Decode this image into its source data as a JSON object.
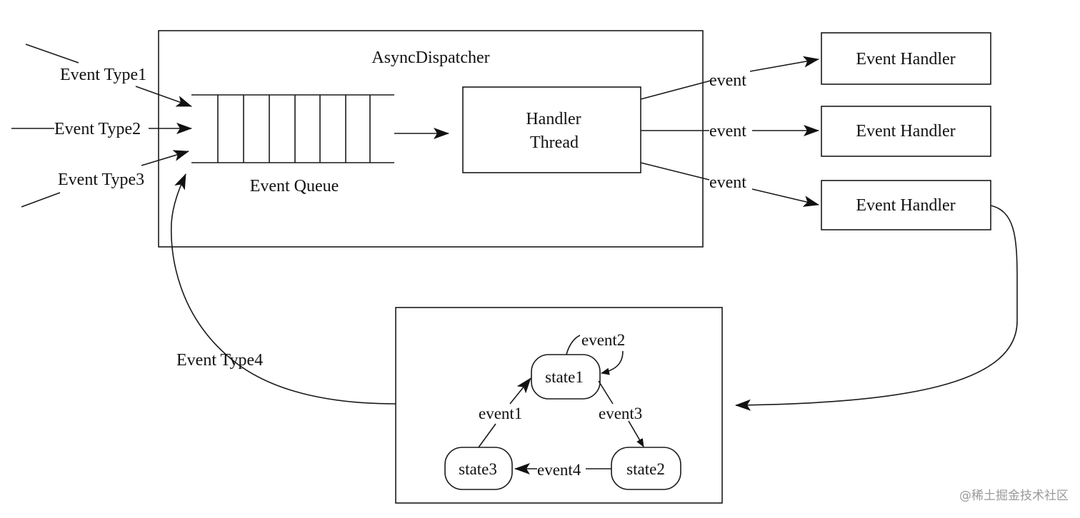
{
  "dispatcher": {
    "title": "AsyncDispatcher",
    "queue_label": "Event Queue",
    "thread_label_line1": "Handler",
    "thread_label_line2": "Thread"
  },
  "inputs": [
    "Event Type1",
    "Event Type2",
    "Event Type3"
  ],
  "outputs": {
    "edge_label": "event",
    "handlers": [
      "Event Handler",
      "Event Handler",
      "Event Handler"
    ]
  },
  "feedback_label": "Event Type4",
  "state_machine": {
    "states": [
      "state1",
      "state2",
      "state3"
    ],
    "transitions": [
      "event2",
      "event3",
      "event4",
      "event1"
    ]
  },
  "watermark": "@稀土掘金技术社区"
}
